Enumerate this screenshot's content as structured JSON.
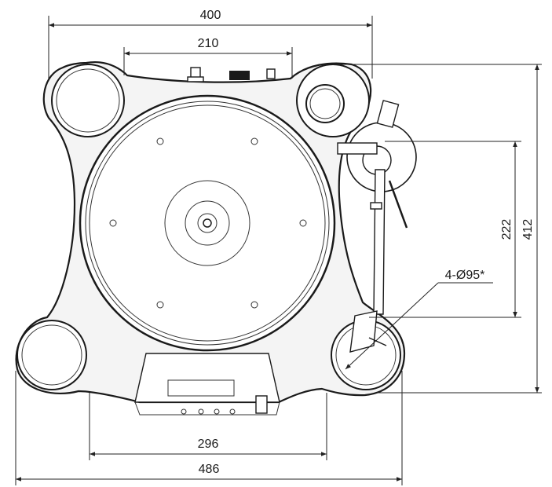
{
  "drawing": {
    "dimensions": {
      "top_outer": "400",
      "top_inner": "210",
      "right_inner": "222",
      "right_outer": "412",
      "bottom_inner": "296",
      "bottom_outer": "486",
      "feet_callout": "4-Ø95*"
    },
    "colors": {
      "line": "#1a1a1a",
      "fill": "#f4f4f4",
      "background": "#ffffff"
    }
  }
}
